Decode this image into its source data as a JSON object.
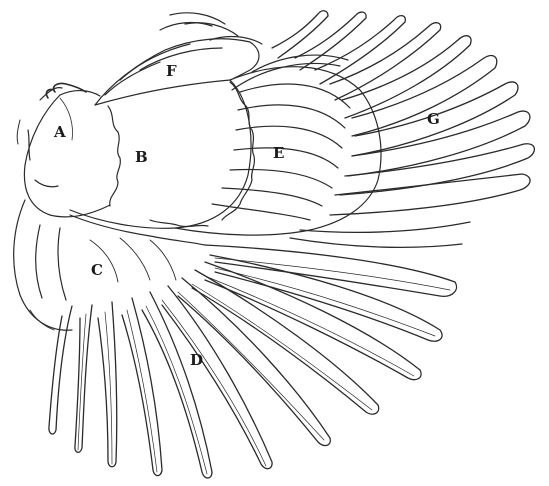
{
  "diagram": {
    "labels": {
      "a": "A",
      "b": "B",
      "c": "C",
      "d": "D",
      "e": "E",
      "f": "F",
      "g": "G"
    }
  }
}
